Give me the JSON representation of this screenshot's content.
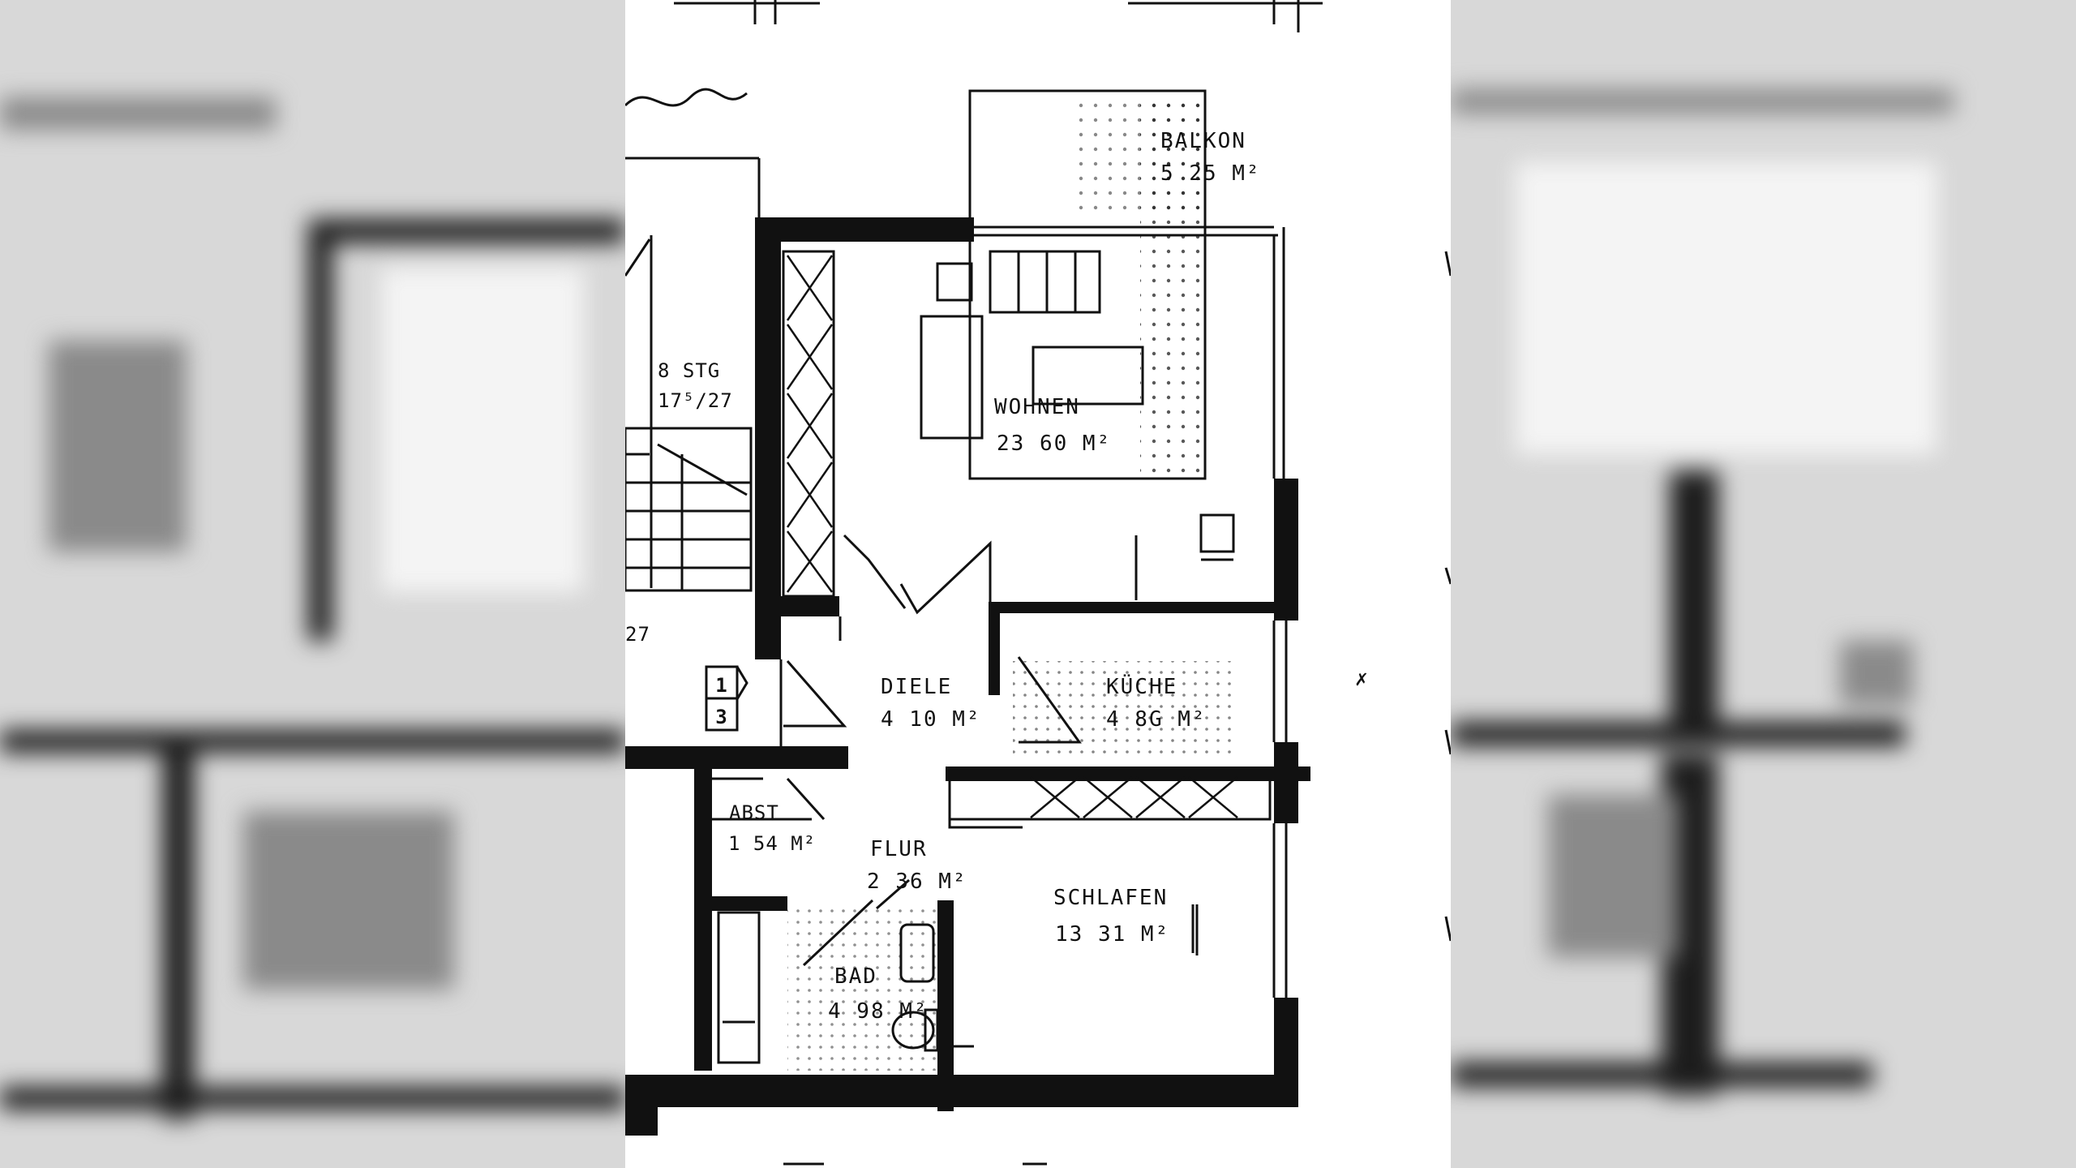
{
  "plan": {
    "rooms": [
      {
        "name": "BALKON",
        "area": "5 25 M²"
      },
      {
        "name": "WOHNEN",
        "area": "23 60 M²"
      },
      {
        "name": "DIELE",
        "area": "4 10 M²"
      },
      {
        "name": "KÜCHE",
        "area": "4 8G M²"
      },
      {
        "name": "ABST",
        "area": "1 54 M²"
      },
      {
        "name": "FLUR",
        "area": "2 36 M²"
      },
      {
        "name": "SCHLAFEN",
        "area": "13 31 M²"
      },
      {
        "name": "BAD",
        "area": "4 98 M²"
      }
    ],
    "stair": {
      "label": "8 STG",
      "ratio": "17⁵/27"
    },
    "stair_landing_number": "27",
    "unit_marks": [
      "1",
      "3"
    ],
    "colors": {
      "wall": "#111111",
      "paper": "#ffffff",
      "backdrop": "#d8d8d8"
    }
  }
}
